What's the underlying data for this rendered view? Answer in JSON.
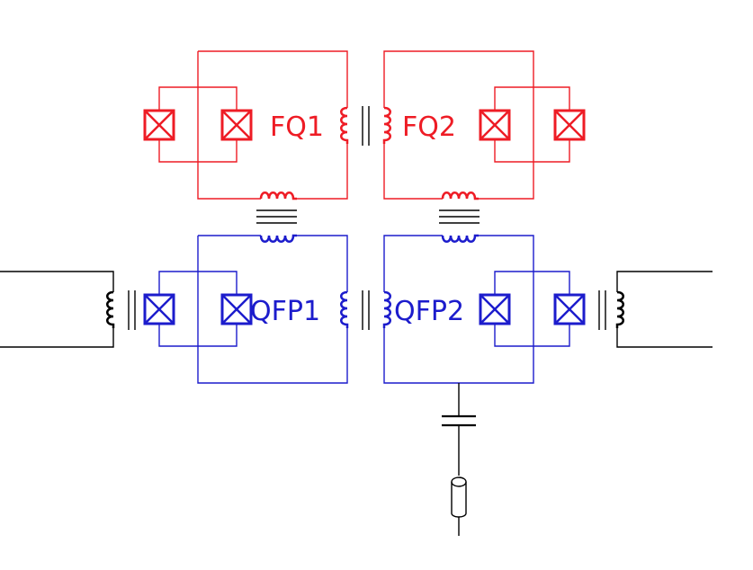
{
  "labels": {
    "fq1": "FQ1",
    "fq2": "FQ2",
    "qfp1": "QFP1",
    "qfp2": "QFP2"
  },
  "colors": {
    "flux_qubit": "#ee1c25",
    "qfp": "#1c1ccc",
    "external": "#000000"
  },
  "components": {
    "junction": "josephson-junction-icon",
    "inductor": "inductor-coil-icon",
    "capacitor": "capacitor-icon",
    "readout": "coaxial-line-icon"
  }
}
